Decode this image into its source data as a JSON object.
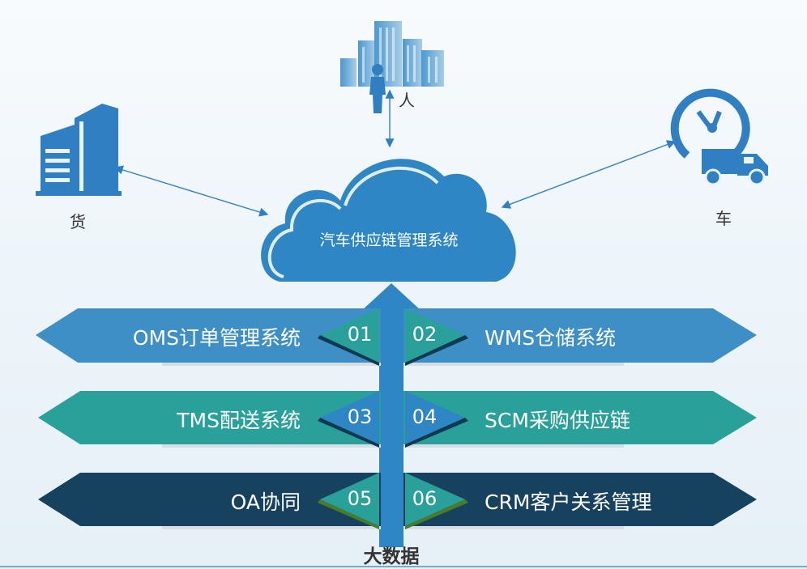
{
  "center": {
    "title": "汽车供应链管理系统"
  },
  "nodes": {
    "person": "人",
    "goods": "货",
    "vehicle": "车"
  },
  "modules": [
    {
      "num": "01",
      "label": "OMS订单管理系统",
      "color": "#3d8fc6"
    },
    {
      "num": "02",
      "label": "WMS仓储系统",
      "color": "#3d8fc6"
    },
    {
      "num": "03",
      "label": "TMS配送系统",
      "color": "#2aa09a"
    },
    {
      "num": "04",
      "label": "SCM采购供应链",
      "color": "#2aa09a"
    },
    {
      "num": "05",
      "label": "OA协同",
      "color": "#17425f"
    },
    {
      "num": "06",
      "label": "CRM客户关系管理",
      "color": "#17425f"
    }
  ],
  "base": {
    "label": "大数据"
  },
  "colors": {
    "primary": "#3d8fc6",
    "teal": "#2aa09a",
    "navy": "#17425f",
    "arrow": "#2f7fc2"
  },
  "icons": [
    "buildings-person-icon",
    "warehouse-icon",
    "clock-truck-icon"
  ]
}
